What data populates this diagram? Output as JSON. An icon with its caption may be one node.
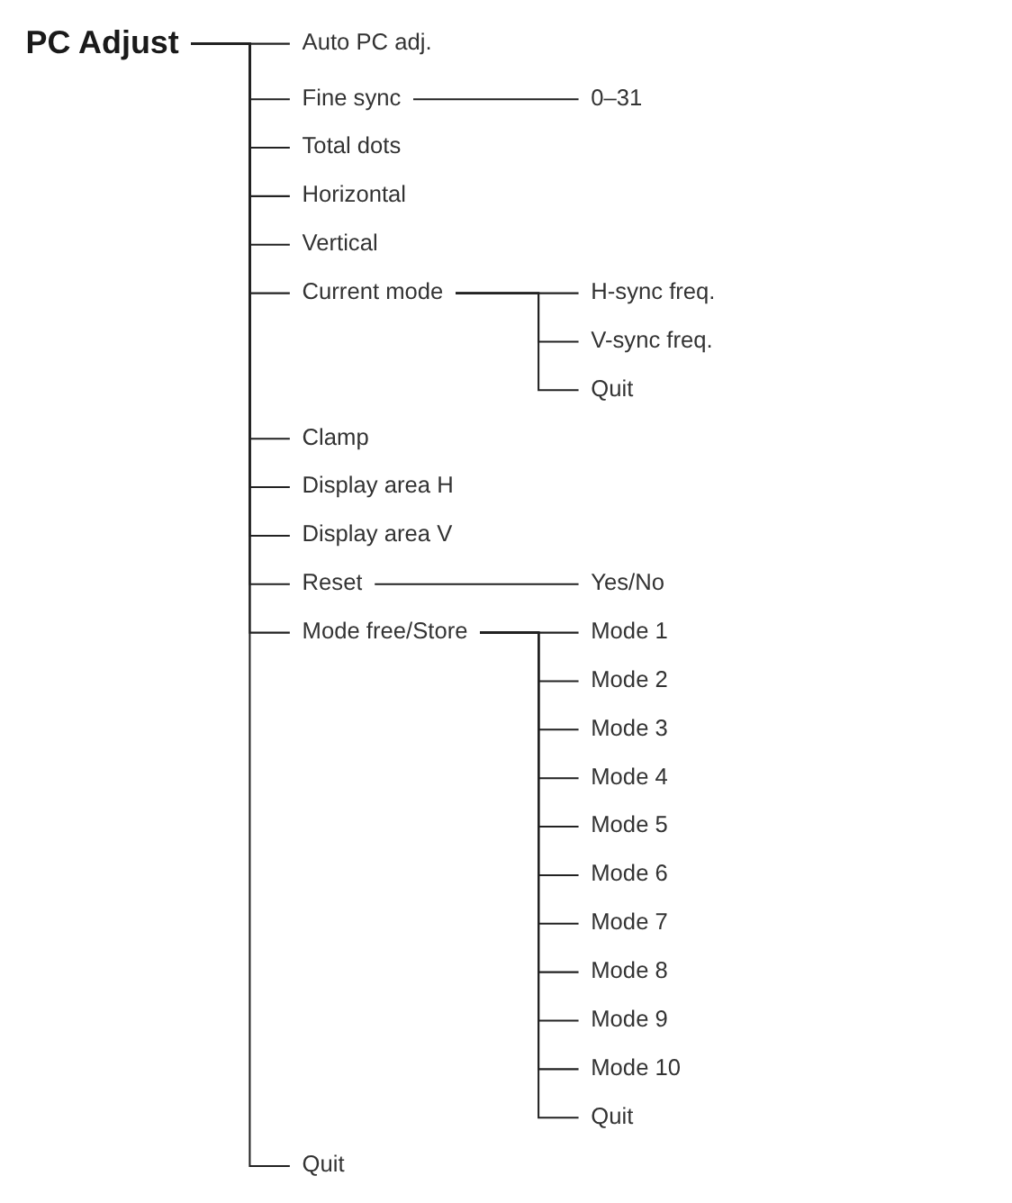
{
  "diagram": {
    "nodes": [
      {
        "text": [
          "PC Adjust"
        ]
      },
      {
        "text": [
          "Auto PC adj."
        ]
      },
      {
        "text": [
          "Fine sync"
        ]
      },
      {
        "text": [
          "0–31"
        ]
      },
      {
        "text": [
          "Total dots"
        ]
      },
      {
        "text": [
          "Horizontal"
        ]
      },
      {
        "text": [
          "Vertical"
        ]
      },
      {
        "text": [
          "Current mode"
        ]
      },
      {
        "text": [
          "H-sync freq."
        ]
      },
      {
        "text": [
          "V-sync freq."
        ]
      },
      {
        "text": [
          "Quit"
        ]
      },
      {
        "text": [
          "Clamp"
        ]
      },
      {
        "text": [
          "Display area H"
        ]
      },
      {
        "text": [
          "Display area V"
        ]
      },
      {
        "text": [
          "Reset"
        ]
      },
      {
        "text": [
          "Yes/No"
        ]
      },
      {
        "text": [
          "Mode free/Store"
        ]
      },
      {
        "text": [
          "Mode 1"
        ]
      },
      {
        "text": [
          "Mode 2"
        ]
      },
      {
        "text": [
          "Mode 3"
        ]
      },
      {
        "text": [
          "Mode 4"
        ]
      },
      {
        "text": [
          "Mode 5"
        ]
      },
      {
        "text": [
          "Mode 6"
        ]
      },
      {
        "text": [
          "Mode 7"
        ]
      },
      {
        "text": [
          "Mode 8"
        ]
      },
      {
        "text": [
          "Mode 9"
        ]
      },
      {
        "text": [
          "Mode 10"
        ]
      },
      {
        "text": [
          "Quit"
        ]
      },
      {
        "text": [
          "Quit"
        ]
      }
    ],
    "edges": [
      {
        "from": 0,
        "to": 1,
        "arrow": "none"
      },
      {
        "from": 0,
        "to": 2,
        "arrow": "none"
      },
      {
        "from": 2,
        "to": 3,
        "arrow": "none"
      },
      {
        "from": 0,
        "to": 4,
        "arrow": "none"
      },
      {
        "from": 0,
        "to": 5,
        "arrow": "none"
      },
      {
        "from": 0,
        "to": 6,
        "arrow": "none"
      },
      {
        "from": 0,
        "to": 7,
        "arrow": "none"
      },
      {
        "from": 7,
        "to": 8,
        "arrow": "none"
      },
      {
        "from": 7,
        "to": 9,
        "arrow": "none"
      },
      {
        "from": 7,
        "to": 10,
        "arrow": "none"
      },
      {
        "from": 0,
        "to": 11,
        "arrow": "none"
      },
      {
        "from": 0,
        "to": 12,
        "arrow": "none"
      },
      {
        "from": 0,
        "to": 13,
        "arrow": "none"
      },
      {
        "from": 0,
        "to": 14,
        "arrow": "none"
      },
      {
        "from": 14,
        "to": 15,
        "arrow": "none"
      },
      {
        "from": 0,
        "to": 16,
        "arrow": "none"
      },
      {
        "from": 16,
        "to": 17,
        "arrow": "none"
      },
      {
        "from": 16,
        "to": 18,
        "arrow": "none"
      },
      {
        "from": 16,
        "to": 19,
        "arrow": "none"
      },
      {
        "from": 16,
        "to": 20,
        "arrow": "none"
      },
      {
        "from": 16,
        "to": 21,
        "arrow": "none"
      },
      {
        "from": 16,
        "to": 22,
        "arrow": "none"
      },
      {
        "from": 16,
        "to": 23,
        "arrow": "none"
      },
      {
        "from": 16,
        "to": 24,
        "arrow": "none"
      },
      {
        "from": 16,
        "to": 25,
        "arrow": "none"
      },
      {
        "from": 16,
        "to": 26,
        "arrow": "none"
      },
      {
        "from": 16,
        "to": 27,
        "arrow": "none"
      },
      {
        "from": 0,
        "to": 28,
        "arrow": "none"
      }
    ]
  }
}
